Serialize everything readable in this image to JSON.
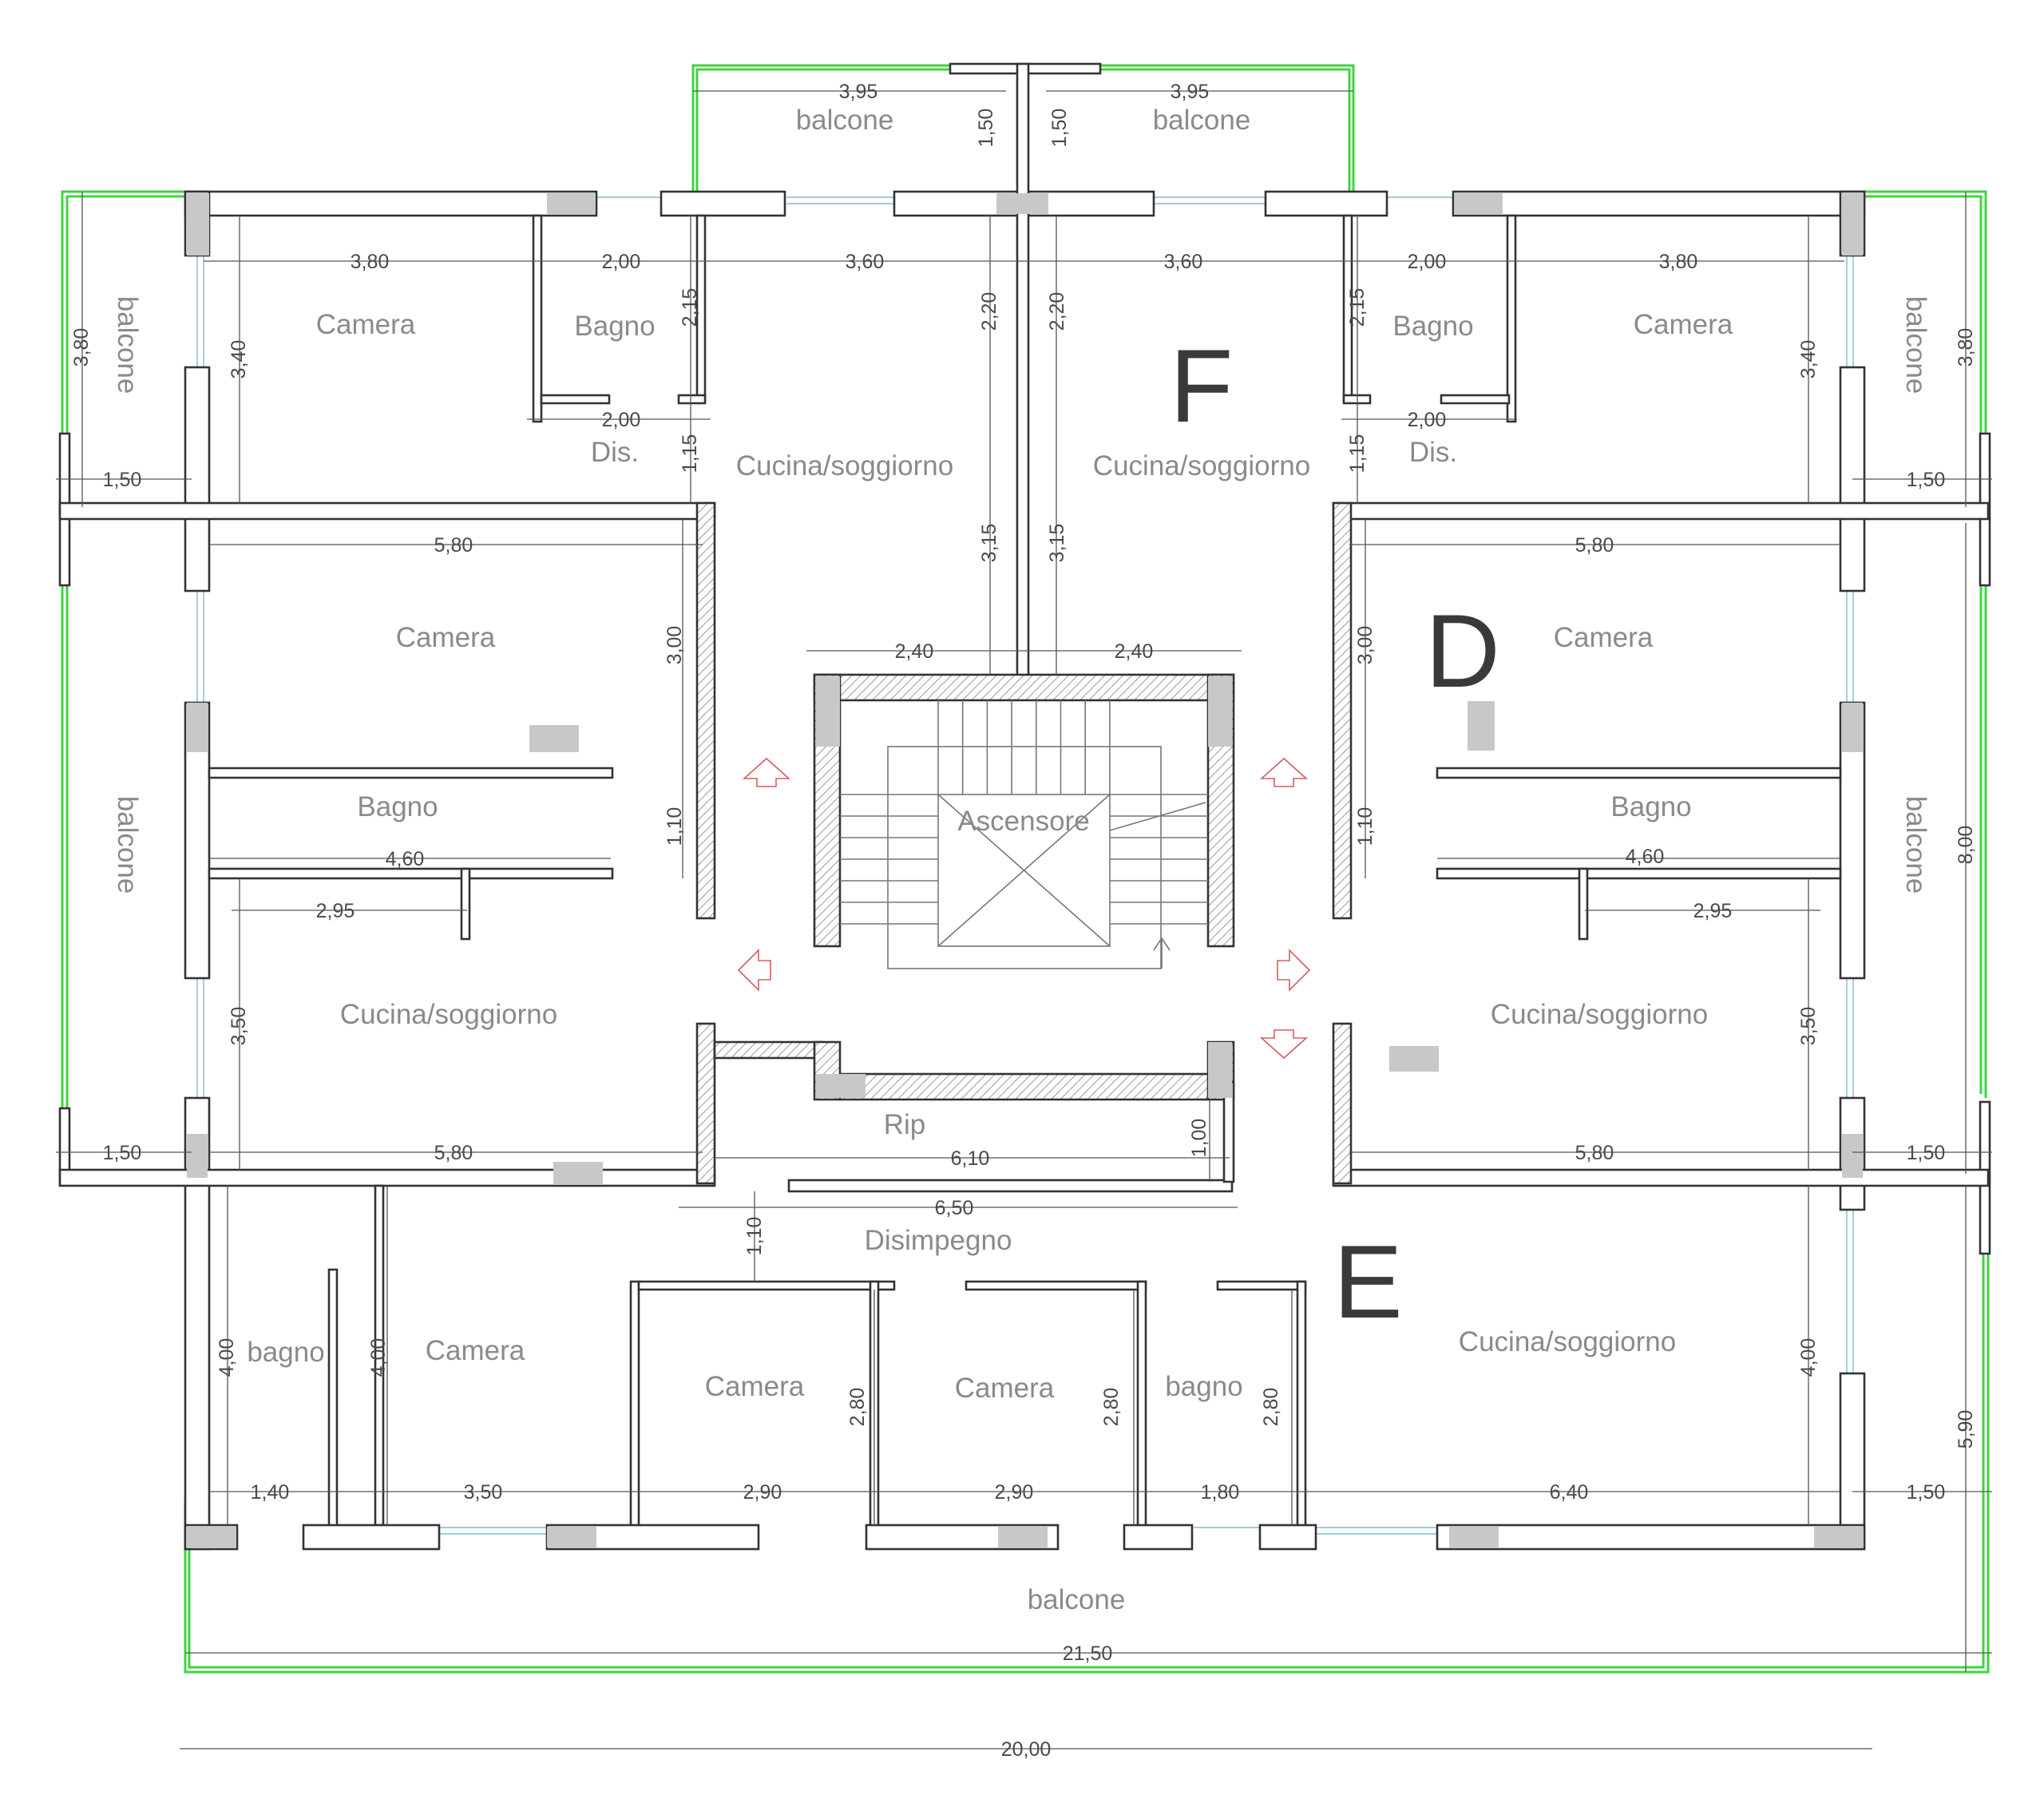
{
  "unit_labels": {
    "F": "F",
    "D": "D",
    "E": "E"
  },
  "rooms": {
    "top_balcone_left": "balcone",
    "top_balcone_right": "balcone",
    "camera_tl": "Camera",
    "bagno_tl": "Bagno",
    "dis_tl": "Dis.",
    "cucina_tl": "Cucina/soggiorno",
    "cucina_tr": "Cucina/soggiorno",
    "dis_tr": "Dis.",
    "bagno_tr": "Bagno",
    "camera_tr": "Camera",
    "balcone_left_top": "balcone",
    "balcone_right_top": "balcone",
    "camera_ml": "Camera",
    "bagno_ml": "Bagno",
    "cucina_ml": "Cucina/soggiorno",
    "balcone_left_mid": "balcone",
    "camera_mr": "Camera",
    "bagno_mr": "Bagno",
    "cucina_mr": "Cucina/soggiorno",
    "balcone_right_mid": "balcone",
    "ascensore": "Ascensore",
    "rip": "Rip",
    "disimpegno": "Disimpegno",
    "bagno_bl": "bagno",
    "camera_bl": "Camera",
    "camera_b2": "Camera",
    "camera_b3": "Camera",
    "bagno_b4": "bagno",
    "cucina_br": "Cucina/soggiorno",
    "balcone_bottom": "balcone"
  },
  "dimensions": {
    "top_balc_l": "3,95",
    "top_balc_r": "3,95",
    "top_v_l": "1,50",
    "top_v_r": "1,50",
    "tl_380": "3,80",
    "tl_200": "2,00",
    "tl_360": "3,60",
    "tr_360": "3,60",
    "tr_200": "2,00",
    "tr_380": "3,80",
    "tl_v340": "3,40",
    "tl_v215": "2,15",
    "tc_v220_l": "2,20",
    "tc_v220_r": "2,20",
    "tr_v215": "2,15",
    "tr_v340": "3,40",
    "left_v380": "3,80",
    "right_v380": "3,80",
    "tl_dis200": "2,00",
    "tr_dis200": "2,00",
    "tl_v115": "1,15",
    "tr_v115": "1,15",
    "l_150_a": "1,50",
    "r_150_a": "1,50",
    "ml_580": "5,80",
    "mr_580": "5,80",
    "tc_v315_l": "3,15",
    "tc_v315_r": "3,15",
    "st_240_l": "2,40",
    "st_240_r": "2,40",
    "ml_v300": "3,00",
    "mr_v300": "3,00",
    "ml_v110": "1,10",
    "mr_v110": "1,10",
    "ml_460": "4,60",
    "mr_460": "4,60",
    "ml_295": "2,95",
    "mr_295": "2,95",
    "ml_v350": "3,50",
    "mr_v350": "3,50",
    "right_v800": "8,00",
    "l_150_b": "1,50",
    "bl_580": "5,80",
    "br_580": "5,80",
    "r_150_b": "1,50",
    "c_610": "6,10",
    "c_v100": "1,00",
    "c_650": "6,50",
    "c_v110": "1,10",
    "bl_v400_a": "4,00",
    "bl_v400_b": "4,00",
    "b_v280_a": "2,80",
    "b_v280_b": "2,80",
    "b_v280_c": "2,80",
    "br_v400": "4,00",
    "right_v590": "5,90",
    "b_140": "1,40",
    "b_350": "3,50",
    "b_290_a": "2,90",
    "b_290_b": "2,90",
    "b_180": "1,80",
    "b_640": "6,40",
    "b_150": "1,50",
    "total_2150": "21,50",
    "total_2000": "20,00"
  },
  "colors": {
    "wall_stroke": "#333333",
    "balcony_outline": "#3fd43f",
    "pillar": "#c8c8c8",
    "room_text": "#8a8a8a",
    "dimension_text": "#4a4a4a",
    "stair_arrows": "#d06060"
  }
}
